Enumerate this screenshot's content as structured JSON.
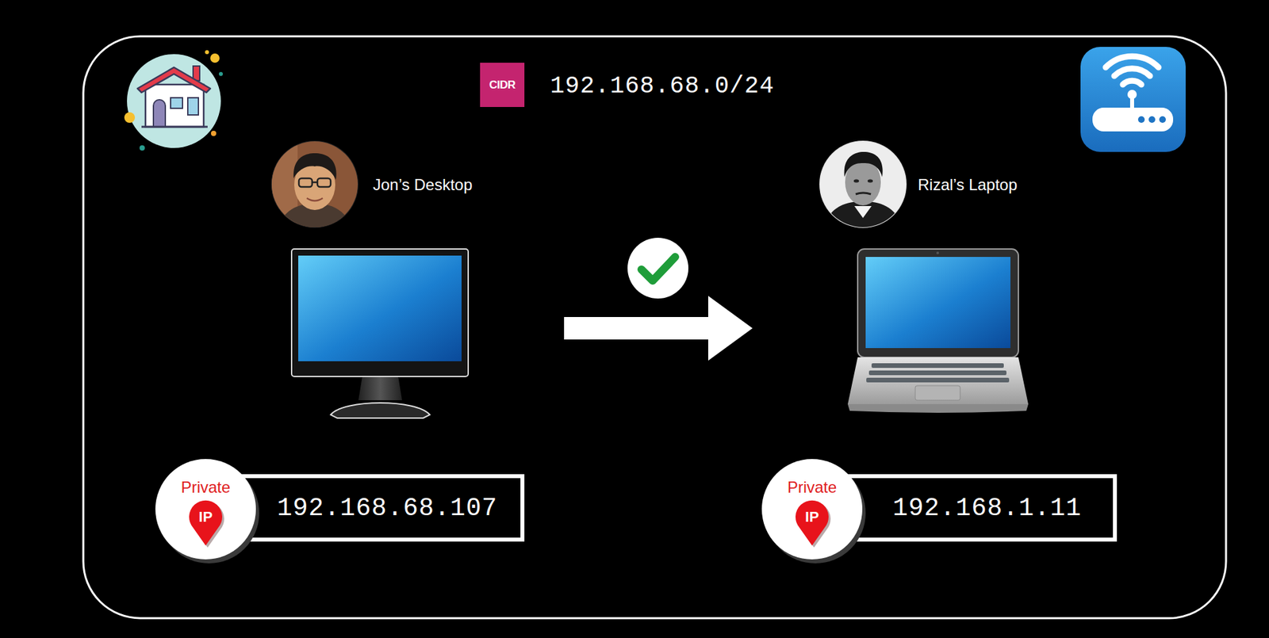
{
  "diagram": {
    "nodes": [
      {
        "text": [
          "CIDR"
        ]
      },
      {
        "text": [
          "Jon’s Desktop"
        ]
      },
      {
        "text": [
          "Rizal’s Laptop"
        ]
      },
      {
        "text": [
          "Private",
          "IP"
        ]
      },
      {
        "text": [
          "192.168.68.107"
        ]
      },
      {
        "text": [
          "Private",
          "IP"
        ]
      },
      {
        "text": [
          "192.168.1.11"
        ]
      }
    ],
    "edges": [
      {
        "from": 1,
        "to": 2,
        "arrow": "to"
      }
    ],
    "labels": [
      "192.168.68.0/24"
    ]
  }
}
